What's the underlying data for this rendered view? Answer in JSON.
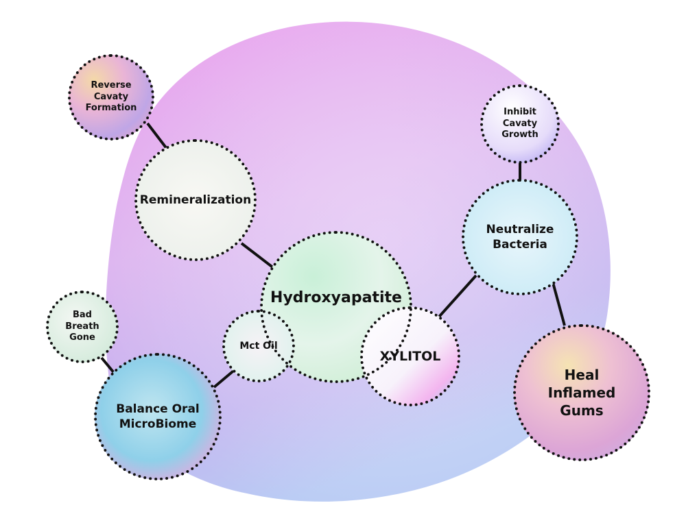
{
  "diagram": {
    "nodes": {
      "reverse_cavity": "Reverse Cavaty Formation",
      "remineralization": "Remineralization",
      "hydroxyapatite": "Hydroxyapatite",
      "bad_breath": "Bad Breath Gone",
      "mct_oil": "Mct Oil",
      "balance_microbiome": "Balance Oral MicroBiome",
      "xylitol": "XYLITOL",
      "inhibit_cavity": "Inhibit Cavaty Growth",
      "neutralize_bacteria": "Neutralize Bacteria",
      "heal_gums": "Heal Inflamed Gums"
    },
    "colors": {
      "blob_pink": "#e9a9ec",
      "blob_purple": "#c9b2ef",
      "blob_blue": "#bcc8f3",
      "outline": "#111111",
      "text": "#111111"
    }
  }
}
